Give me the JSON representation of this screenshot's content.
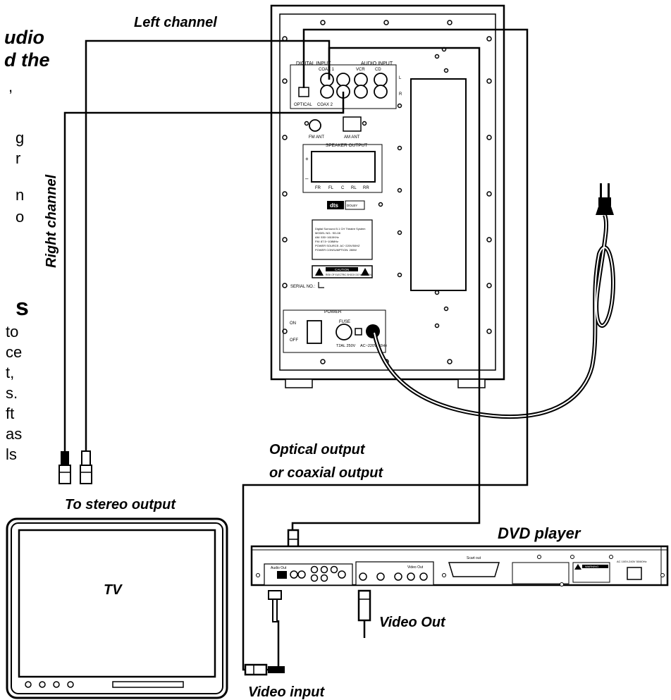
{
  "labels": {
    "left_channel": "Left channel",
    "right_channel": "Right channel",
    "optical_output_line1": "Optical output",
    "optical_output_line2": "or coaxial output",
    "to_stereo_output": "To stereo output",
    "dvd_player": "DVD player",
    "tv": "TV",
    "video_out": "Video Out",
    "video_input": "Video input"
  },
  "left_text_fragments": {
    "line1": "udio",
    "line2": "d the",
    "line3": ",",
    "line4": "g",
    "line5": "r",
    "line6": "n",
    "line7": "o",
    "heading": "s",
    "para1": "to",
    "para2": "ce",
    "para3": "t,",
    "para4": "s.",
    "para5": "ft",
    "para6": "as",
    "para7": "ls"
  },
  "subwoofer": {
    "digital_input": "DIGITAL INPUT",
    "coax1": "COAX 1",
    "optical": "OPTICAL",
    "coax2": "COAX 2",
    "audio_input": "AUDIO INPUT",
    "vcr": "VCR",
    "cd": "CD",
    "l": "L",
    "r": "R",
    "fm_ant": "FM ANT",
    "am_ant": "AM ANT",
    "speaker_output": "SPEAKER OUTPUT",
    "speaker_plus": "+",
    "speaker_minus": "–",
    "speaker_channels": [
      "FR",
      "FL",
      "C",
      "RL",
      "RR"
    ],
    "logo_dts": "dts",
    "logo_dolby": "DOLBY",
    "info_lines": [
      "Digital Surround 5.1 CH Theatre System",
      "MODEL NO.: SD-08",
      "AM: 530~1610KHz",
      "FM: 87.5~108MHz",
      "POWER SOURCE: AC~220V/50HZ",
      "POWER CONSUMPTION: 280W"
    ],
    "caution_title": "CAUTION",
    "caution_text": "RISK OF ELECTRIC SHOCK DO NOT OPEN",
    "serial_no": "SERIAL NO.:",
    "power": "POWER",
    "on": "ON",
    "off": "OFF",
    "fuse": "FUSE",
    "fuse_rating": "T2AL 250V",
    "ac_rating": "AC~220V/50Hz"
  },
  "dvd": {
    "audio_out": "Audio Out",
    "video_out_panel": "Video Out",
    "scart_out": "Scart out",
    "warning": "WARNING",
    "power_rating": "AC 100V-240V 50/60Hz"
  }
}
